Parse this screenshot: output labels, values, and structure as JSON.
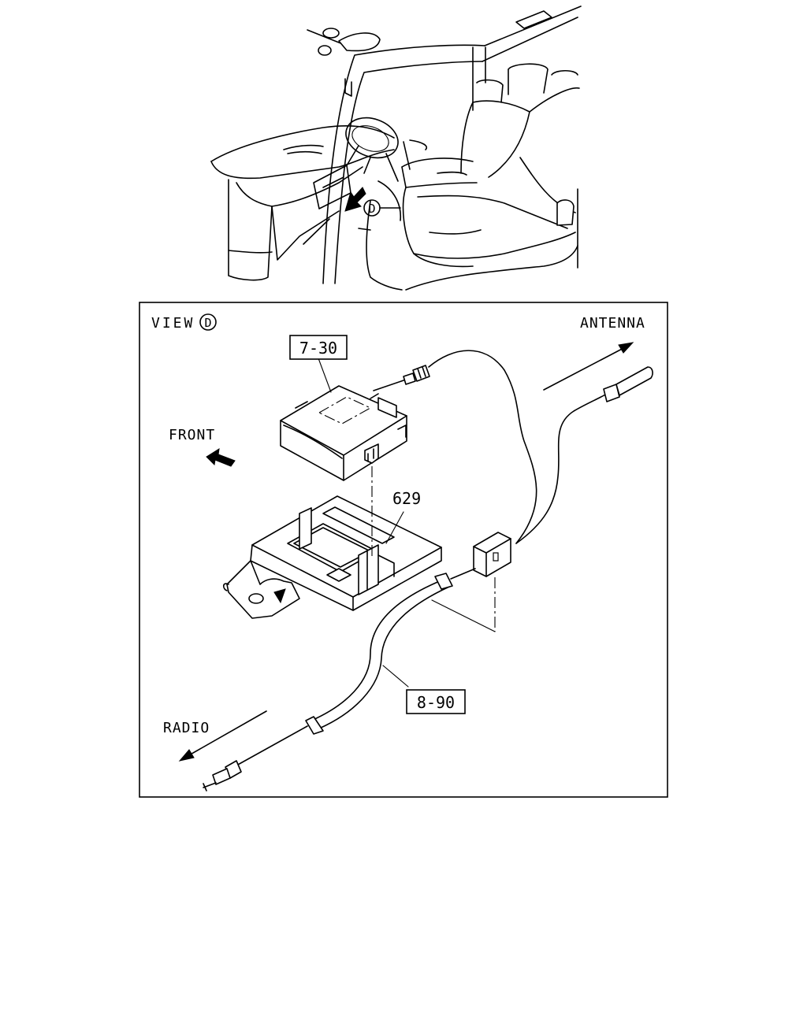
{
  "cab_view": {
    "view_marker": "D"
  },
  "detail_view": {
    "view_label": "VIEW",
    "view_marker": "D",
    "direction_labels": {
      "antenna": "ANTENNA",
      "front": "FRONT",
      "radio": "RADIO"
    },
    "part_labels": {
      "module": "7-30",
      "bracket": "629",
      "cable": "8-90"
    }
  }
}
